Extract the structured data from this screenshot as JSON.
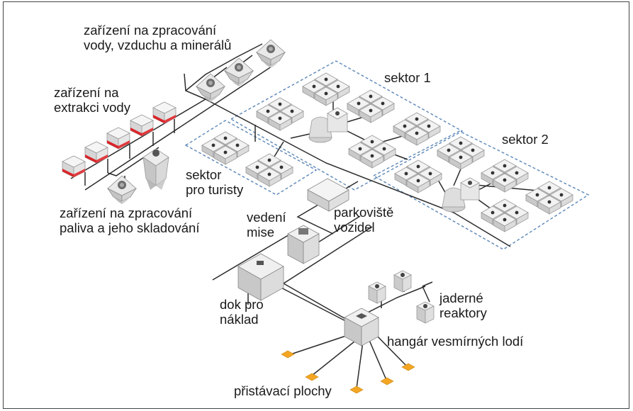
{
  "labels": {
    "water_air_minerals_l1": "zařízení na zpracování",
    "water_air_minerals_l2": "vody, vzduchu a minerálů",
    "water_extraction_l1": "zařízení na",
    "water_extraction_l2": "extrakci vody",
    "fuel_l1": "zařízení na zpracování",
    "fuel_l2": "paliva a jeho skladování",
    "sector1": "sektor 1",
    "sector2": "sektor 2",
    "tourist_sector_l1": "sektor",
    "tourist_sector_l2": "pro turisty",
    "parking_l1": "parkoviště",
    "parking_l2": "vozidel",
    "mission_control_l1": "vedení",
    "mission_control_l2": "mise",
    "cargo_dock_l1": "dok pro",
    "cargo_dock_l2": "náklad",
    "nuclear_l1": "jaderné",
    "nuclear_l2": "reaktory",
    "hangar": "hangár vesmírných lodí",
    "landing_pads": "přistávací plochy"
  },
  "colors": {
    "sector_border": "#5b86b8",
    "landing_pad": "#f4a623",
    "red_band": "#d9262b",
    "line": "#2a2a2a"
  }
}
